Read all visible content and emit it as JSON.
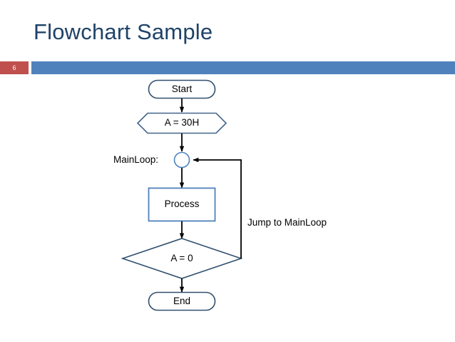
{
  "slide": {
    "title": "Flowchart Sample",
    "page_number": "6",
    "accent_bar_color": "#4f81bd",
    "badge_color": "#c0504d",
    "title_color": "#1f4368",
    "background_color": "#ffffff"
  },
  "flowchart": {
    "shape_stroke_dark": "#31506e",
    "shape_stroke_light": "#4f81bd",
    "connector_color": "#000000",
    "nodes": [
      {
        "id": "start",
        "type": "terminator",
        "label": "Start"
      },
      {
        "id": "init",
        "type": "hexagon",
        "label": "A = 30H"
      },
      {
        "id": "mainloop",
        "type": "connector",
        "label": ""
      },
      {
        "id": "process",
        "type": "process",
        "label": "Process"
      },
      {
        "id": "decision",
        "type": "decision",
        "label": "A = 0"
      },
      {
        "id": "end",
        "type": "terminator",
        "label": "End"
      }
    ],
    "labels": [
      {
        "id": "mainloop-label",
        "text": "MainLoop:"
      },
      {
        "id": "jump-label",
        "text": "Jump to MainLoop"
      }
    ]
  }
}
